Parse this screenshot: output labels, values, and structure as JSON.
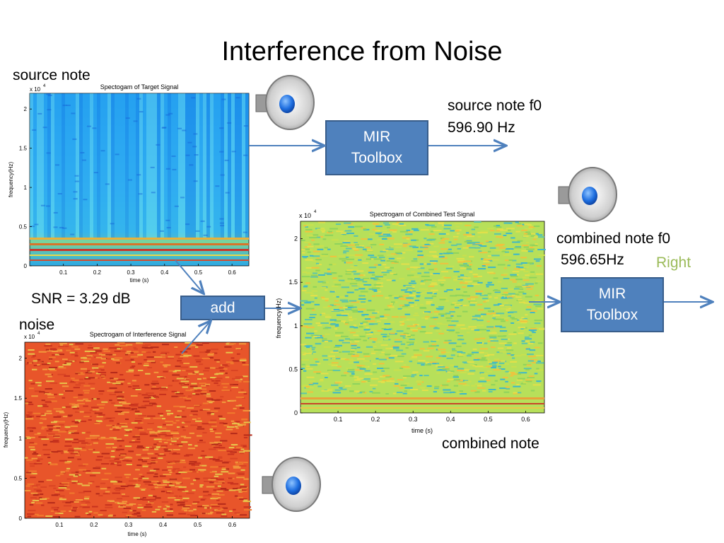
{
  "slide": {
    "title": "Interference from Noise"
  },
  "labels": {
    "source_note": "source note",
    "noise": "noise",
    "snr": "SNR = 3.29 dB",
    "source_f0_line1": "source note f0",
    "source_f0_line2": "596.90 Hz",
    "combined_f0_line1": "combined note f0",
    "combined_f0_line2": "596.65Hz",
    "verdict": "Right",
    "combined_note": "combined note"
  },
  "boxes": {
    "mir1_line1": "MIR",
    "mir1_line2": "Toolbox",
    "add": "add",
    "mir2_line1": "MIR",
    "mir2_line2": "Toolbox"
  },
  "spectrograms": {
    "target": {
      "title": "Spectogam of Target Signal",
      "ylabel": "frequency(Hz)",
      "xlabel": "time (s)",
      "exponent_label": "x 10",
      "exponent": "4"
    },
    "interference": {
      "title": "Spectrogam of Interference Signal",
      "ylabel": "frequency(Hz)",
      "xlabel": "time (s)",
      "exponent_label": "x 10",
      "exponent": "4"
    },
    "combined": {
      "title": "Spectrogam of Combined Test Signal",
      "ylabel": "frequency(Hz)",
      "xlabel": "time (s)",
      "exponent_label": "x 10",
      "exponent": "4"
    }
  },
  "axes": {
    "x_ticks": [
      "0.1",
      "0.2",
      "0.3",
      "0.4",
      "0.5",
      "0.6"
    ],
    "y_ticks": [
      "0",
      "0.5",
      "1",
      "1.5",
      "2"
    ]
  },
  "colors": {
    "box_fill": "#4f81bd",
    "arrow": "#4f81bd",
    "verdict": "#9bbb59"
  },
  "icons": [
    "speaker-icon",
    "speaker-icon",
    "speaker-icon"
  ]
}
